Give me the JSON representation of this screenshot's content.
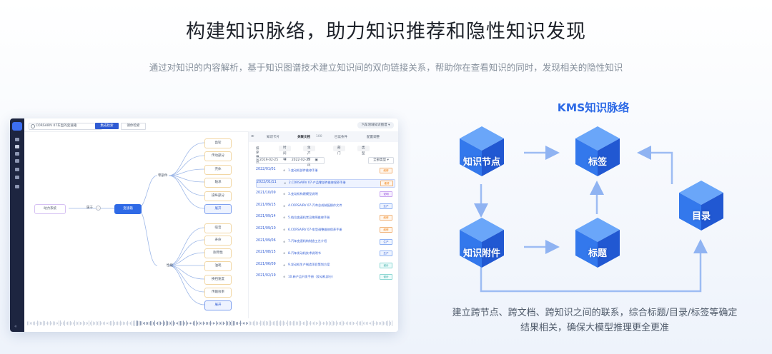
{
  "header": {
    "title": "构建知识脉络，助力知识推荐和隐性知识发现",
    "subtitle": "通过对知识的内容解析，基于知识图谱技术建立知识间的双向链接关系，帮助你在查看知识的同时，发现相关的隐性知识"
  },
  "screenshot": {
    "search_value": "CORSAIRV 07车型的变速箱",
    "btn_search": "集成检索",
    "btn_chat": "请你检索",
    "kb_select": "汽车领域知识图谱 ▾",
    "mindmap": {
      "root": "动力系统",
      "root_relation": "属于",
      "center": "变速箱",
      "branch_parts": "零部件",
      "branch_perf": "性能",
      "parts": [
        "齿轮",
        "传动部分",
        "壳体",
        "轴承",
        "操纵部分",
        "展开"
      ],
      "perf": [
        "噪音",
        "寿命",
        "耐用性",
        "油耗",
        "换挡速度",
        "传输效率",
        "展开"
      ]
    },
    "panel": {
      "tabs": [
        "知识卡片",
        "关联文档",
        "100",
        "已读条件",
        "配置调整"
      ],
      "filter_label": "排序维度",
      "filters": [
        "时间轴",
        "生产阶段",
        "部门",
        "类型"
      ],
      "date_from": "2019-02-25",
      "date_to": "2022-02-25",
      "sort_label": "全部类型 ▾",
      "rows": [
        {
          "date": "2022/01/01",
          "title": "1.变动机部件维修手册",
          "tag": "维修",
          "tag_style": "orange"
        },
        {
          "date": "2022/01/11",
          "title": "2.CORSAIRV 07-产品零部件维修保养手册",
          "tag": "维修",
          "tag_style": "orange"
        },
        {
          "date": "2021/10/09",
          "title": "3.变动机构建模型说明",
          "tag": "说明",
          "tag_style": "purple"
        },
        {
          "date": "2021/09/15",
          "title": "4.CORSAIRV 07-汽车总成装配操作文件",
          "tag": "生产",
          "tag_style": "blue"
        },
        {
          "date": "2021/09/14",
          "title": "5.档位变速机常见故障维修手册",
          "tag": "维修",
          "tag_style": "orange"
        },
        {
          "date": "2021/09/10",
          "title": "6.CORSAIRV 07-车型调整维修保养手册",
          "tag": "维修",
          "tag_style": "orange"
        },
        {
          "date": "2021/09/06",
          "title": "7.汽车变速机构制造工艺介绍",
          "tag": "生产",
          "tag_style": "blue"
        },
        {
          "date": "2021/08/15",
          "title": "8.汽车发动机技术说明书",
          "tag": "生产",
          "tag_style": "blue"
        },
        {
          "date": "2021/06/09",
          "title": "9.发动机生产制造项目策划方案",
          "tag": "设计",
          "tag_style": "teal"
        },
        {
          "date": "2021/02/19",
          "title": "10.新产品开发手册（发动机部分）",
          "tag": "设计",
          "tag_style": "teal"
        }
      ]
    }
  },
  "diagram": {
    "title": "KMS知识脉络",
    "nodes": {
      "node_kn": "知识节点",
      "tag": "标签",
      "attach": "知识附件",
      "heading": "标题",
      "catalog": "目录"
    },
    "description_line1": "建立跨节点、跨文档、跨知识之间的联系，综合标题/目录/标签等确定",
    "description_line2": "结果相关，确保大模型推理更全更准",
    "colors": {
      "accent": "#2f6ae6",
      "cube_top": "#5b9bf7",
      "cube_left": "#2f6fe8",
      "cube_right": "#1f55cf",
      "arrow": "#93b6f2"
    }
  }
}
